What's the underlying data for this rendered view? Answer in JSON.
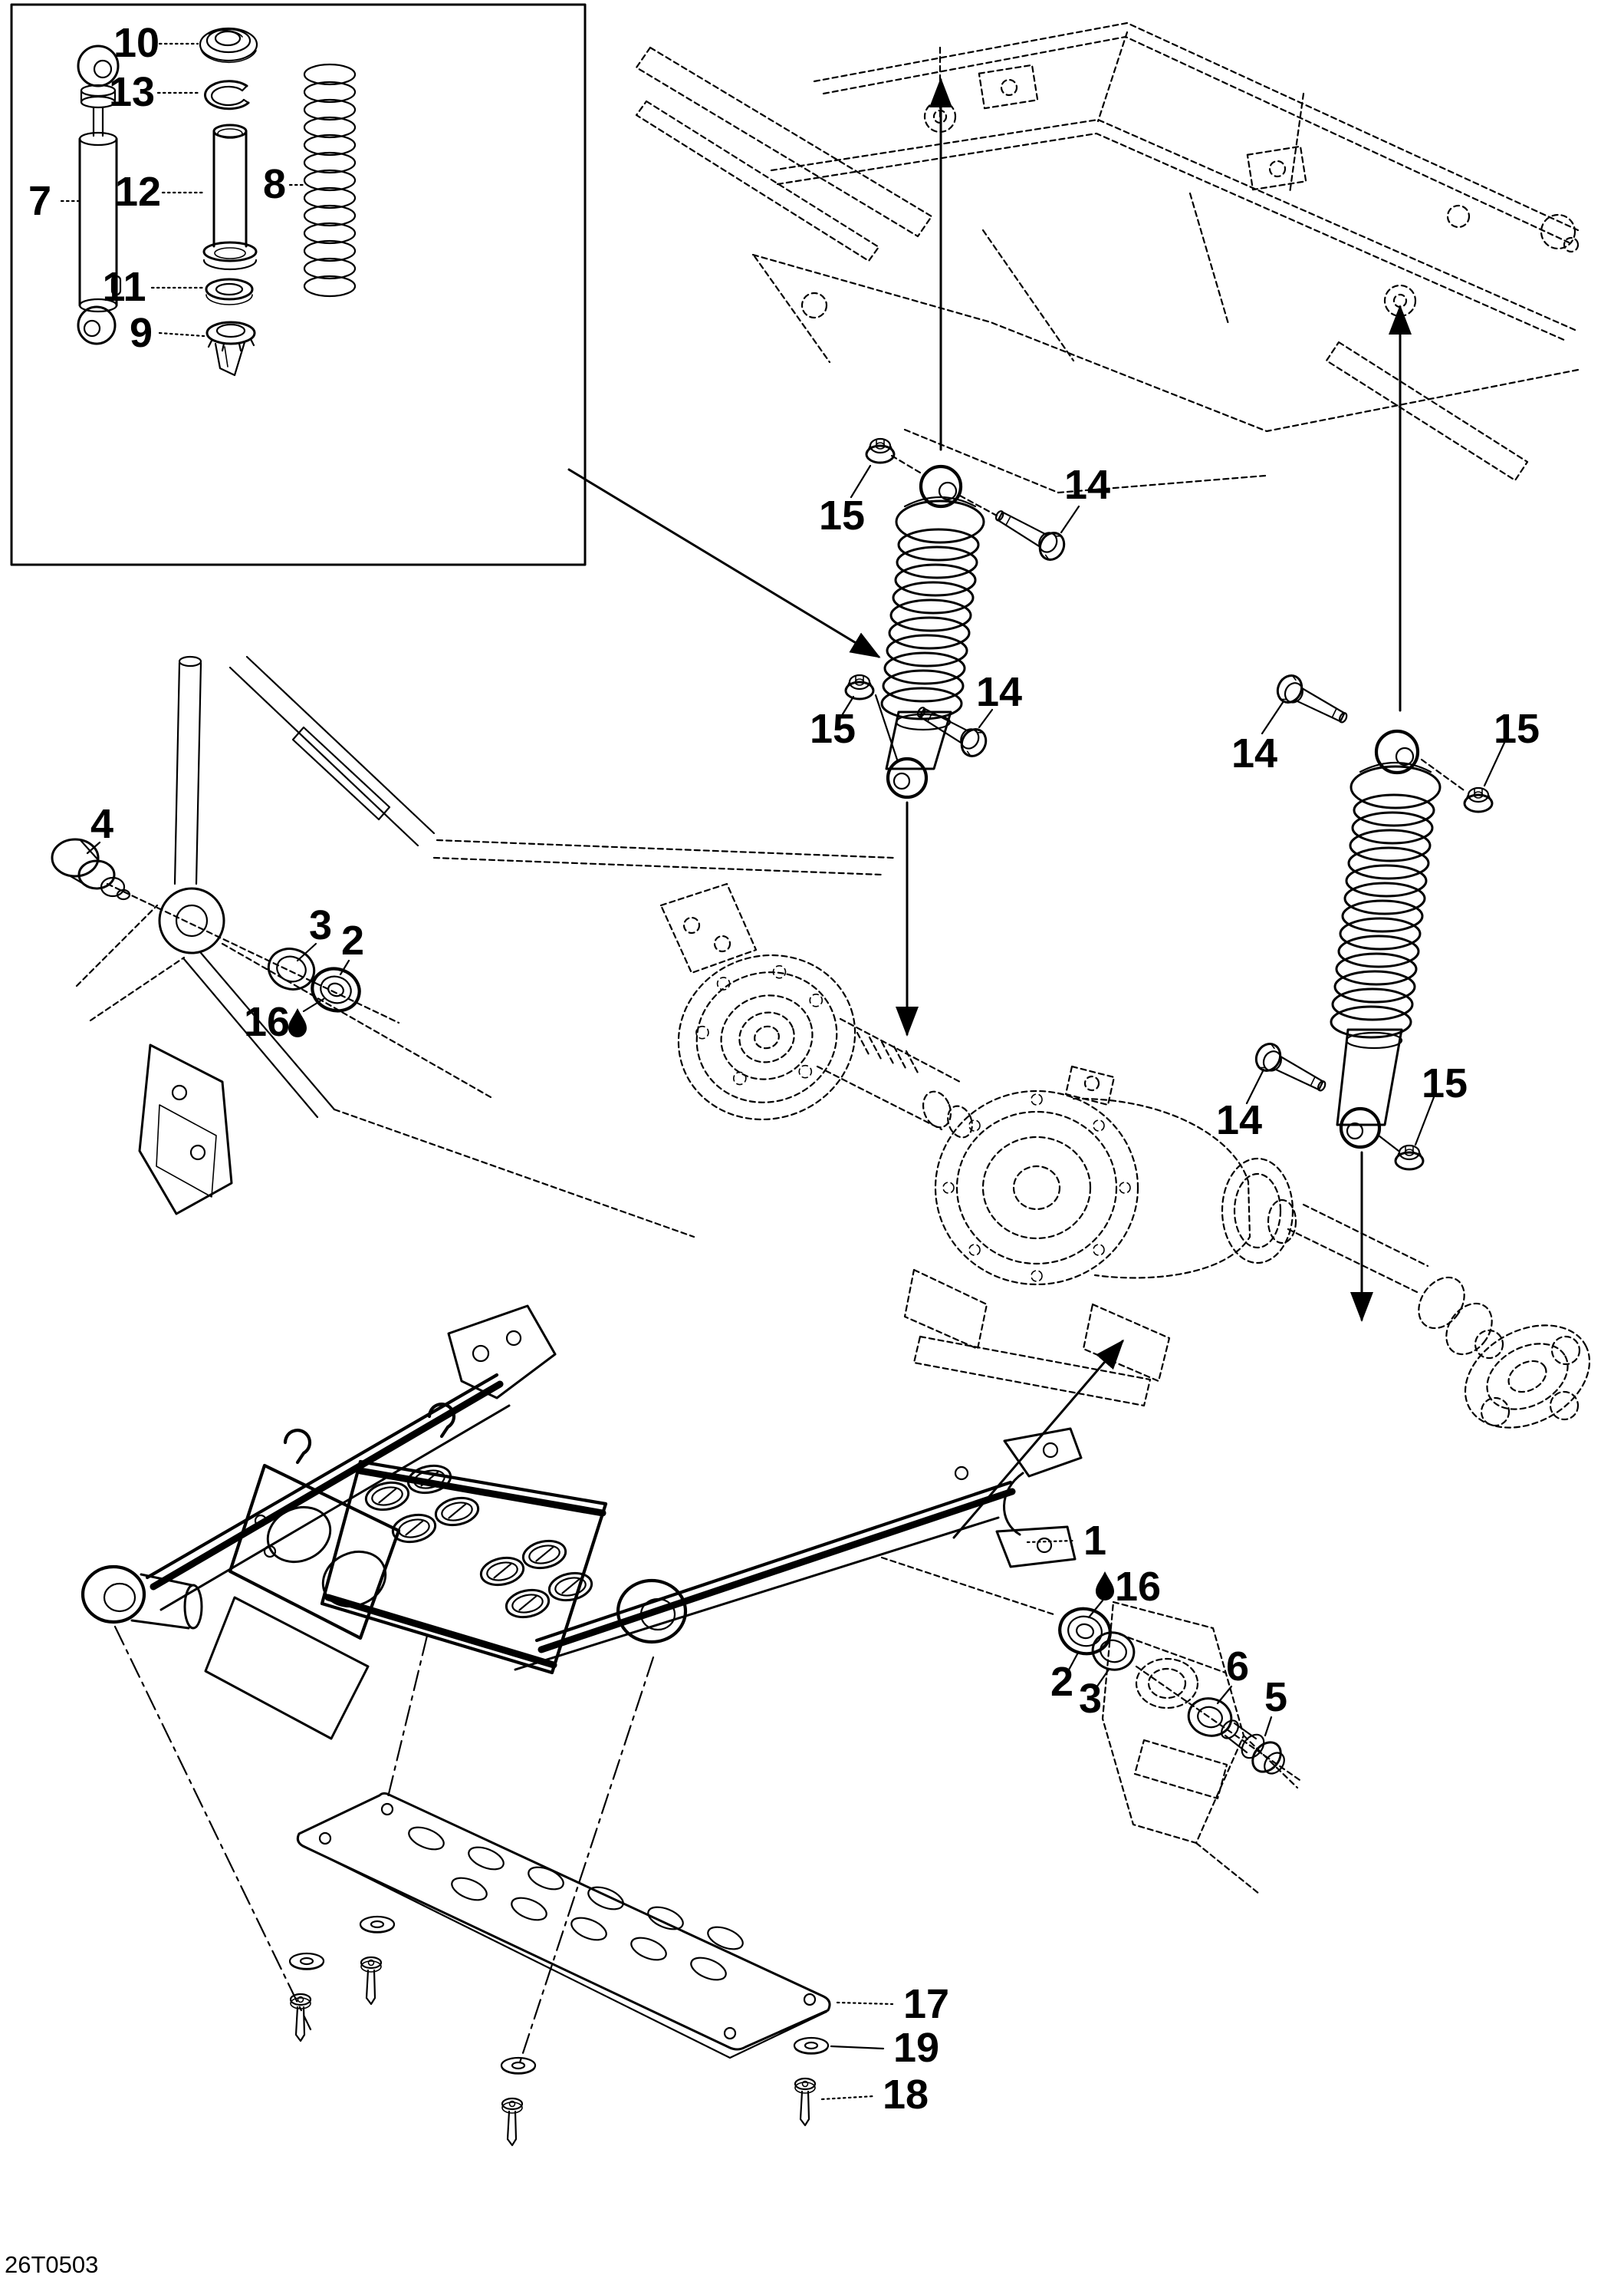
{
  "page": {
    "background": "#ffffff",
    "ink_color": "#000000",
    "drawing_code": "26T0503",
    "figure": "rear-suspension-exploded-parts-diagram"
  },
  "callouts": {
    "1": {
      "label": "1"
    },
    "2": {
      "label": "2"
    },
    "3": {
      "label": "3"
    },
    "4": {
      "label": "4"
    },
    "5": {
      "label": "5"
    },
    "6": {
      "label": "6"
    },
    "7": {
      "label": "7"
    },
    "8": {
      "label": "8"
    },
    "9": {
      "label": "9"
    },
    "10": {
      "label": "10"
    },
    "11": {
      "label": "11"
    },
    "12": {
      "label": "12"
    },
    "13": {
      "label": "13"
    },
    "14": {
      "label": "14"
    },
    "15": {
      "label": "15"
    },
    "16": {
      "label": "16"
    },
    "17": {
      "label": "17"
    },
    "18": {
      "label": "18"
    },
    "19": {
      "label": "19"
    }
  },
  "icons": {
    "grease_droplet": "lubrication-droplet"
  }
}
